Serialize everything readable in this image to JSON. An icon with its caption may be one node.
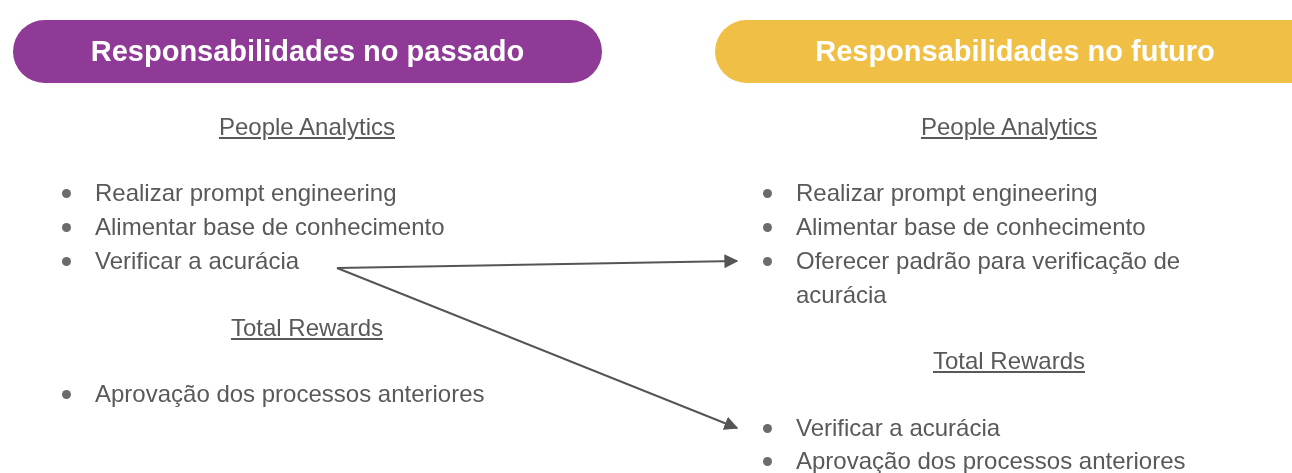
{
  "diagram": {
    "nodes": [
      {
        "text": [
          "Responsabilidades no passado"
        ]
      },
      {
        "text": [
          "Responsabilidades no futuro"
        ]
      },
      {
        "text": [
          "Realizar prompt engineering"
        ]
      },
      {
        "text": [
          "Alimentar base de conhecimento"
        ]
      },
      {
        "text": [
          "Verificar a acurácia"
        ]
      },
      {
        "text": [
          "Aprovação dos processos anteriores"
        ]
      },
      {
        "text": [
          "Realizar prompt engineering"
        ]
      },
      {
        "text": [
          "Alimentar base de conhecimento"
        ]
      },
      {
        "text": [
          "Oferecer padrão para verificação de acurácia"
        ]
      },
      {
        "text": [
          "Verificar a acurácia"
        ]
      },
      {
        "text": [
          "Aprovação dos processos anteriores"
        ]
      }
    ],
    "edges": [
      {
        "from": 4,
        "to": 8,
        "arrow": "to"
      },
      {
        "from": 4,
        "to": 9,
        "arrow": "to"
      }
    ],
    "labels": [
      "People Analytics",
      "Total Rewards",
      "People Analytics",
      "Total Rewards"
    ]
  }
}
